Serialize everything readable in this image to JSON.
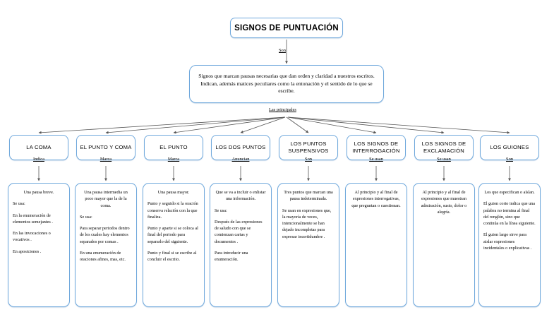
{
  "diagram": {
    "title": "SIGNOS DE PUNTUACIÓN",
    "accent_color": "#6fa8dc",
    "background_color": "#ffffff",
    "text_color": "#000000",
    "connector_label_root": "Son",
    "connector_label_branch": "Las principales",
    "description": "Signos que marcan pausas necesarias que dan orden y claridad a  nuestros escritos. Indican, además matices peculiares como la  entonación y el sentido de lo que se escribe."
  },
  "nodes": [
    {
      "title": "LA COMA",
      "verb": "Indica",
      "paragraphs": [
        "Una pausa breve.",
        "Se usa:",
        "En la enumeración de elementos semejantes .",
        "En las invocaciones o vocativos .",
        "En aposiciones ."
      ]
    },
    {
      "title": "EL PUNTO Y COMA",
      "verb": "Marca",
      "paragraphs": [
        "Una pausa intermedia un poco mayor que la de la coma.",
        "Se usa:",
        "Para separar periodos dentro de los cuales hay elementos separados por comas .",
        "En una enumeración de oraciones afines, mas, etc."
      ]
    },
    {
      "title": "EL PUNTO",
      "verb": "Marca",
      "paragraphs": [
        "Una pausa mayor.",
        "Punto y seguido si la oración conserva relación con la que finaliza.",
        "Punto y aparte si se coloca al final del periodo para separarlo del siguiente.",
        "Punto y final si se escribe al concluir el escrito."
      ]
    },
    {
      "title": "LOS DOS PUNTOS",
      "verb": "Anuncian",
      "paragraphs": [
        "Que se va a incluir o enlistar una información.",
        "Se usa:",
        "Después de las expresiones de saludo con que se comienzan cartas y documentos .",
        "Para introducir una enumeración."
      ]
    },
    {
      "title": "LOS PUNTOS SUSPENSIVOS",
      "verb": "Son",
      "paragraphs": [
        "Tres puntos que marcan una pausa indeterminada.",
        "Se usan en expresiones que, la mayoría de veces, intencionalmente se han dejado incompletas para expresar incertidumbre ."
      ]
    },
    {
      "title": "LOS SIGNOS DE INTERROGACIÓN",
      "verb": "Se usan",
      "paragraphs": [
        "Al principio y al final de expresiones interrogativas, que preguntan o cuestionan."
      ]
    },
    {
      "title": "LOS SIGNOS DE EXCLAMACIÓN",
      "verb": "Se usan",
      "paragraphs": [
        "Al principio y al final de expresiones que muestran admiración, susto, dolor o alegría."
      ]
    },
    {
      "title": "LOS GUIONES",
      "verb": "Son",
      "paragraphs": [
        "Los que especifican o aíslan.",
        "El guion corto indica que una palabra no termina al final del renglón, sino que continúa en la línea siguiente.",
        "El guion largo sirve para aislar expresiones incidentales o explicativas ."
      ]
    }
  ]
}
